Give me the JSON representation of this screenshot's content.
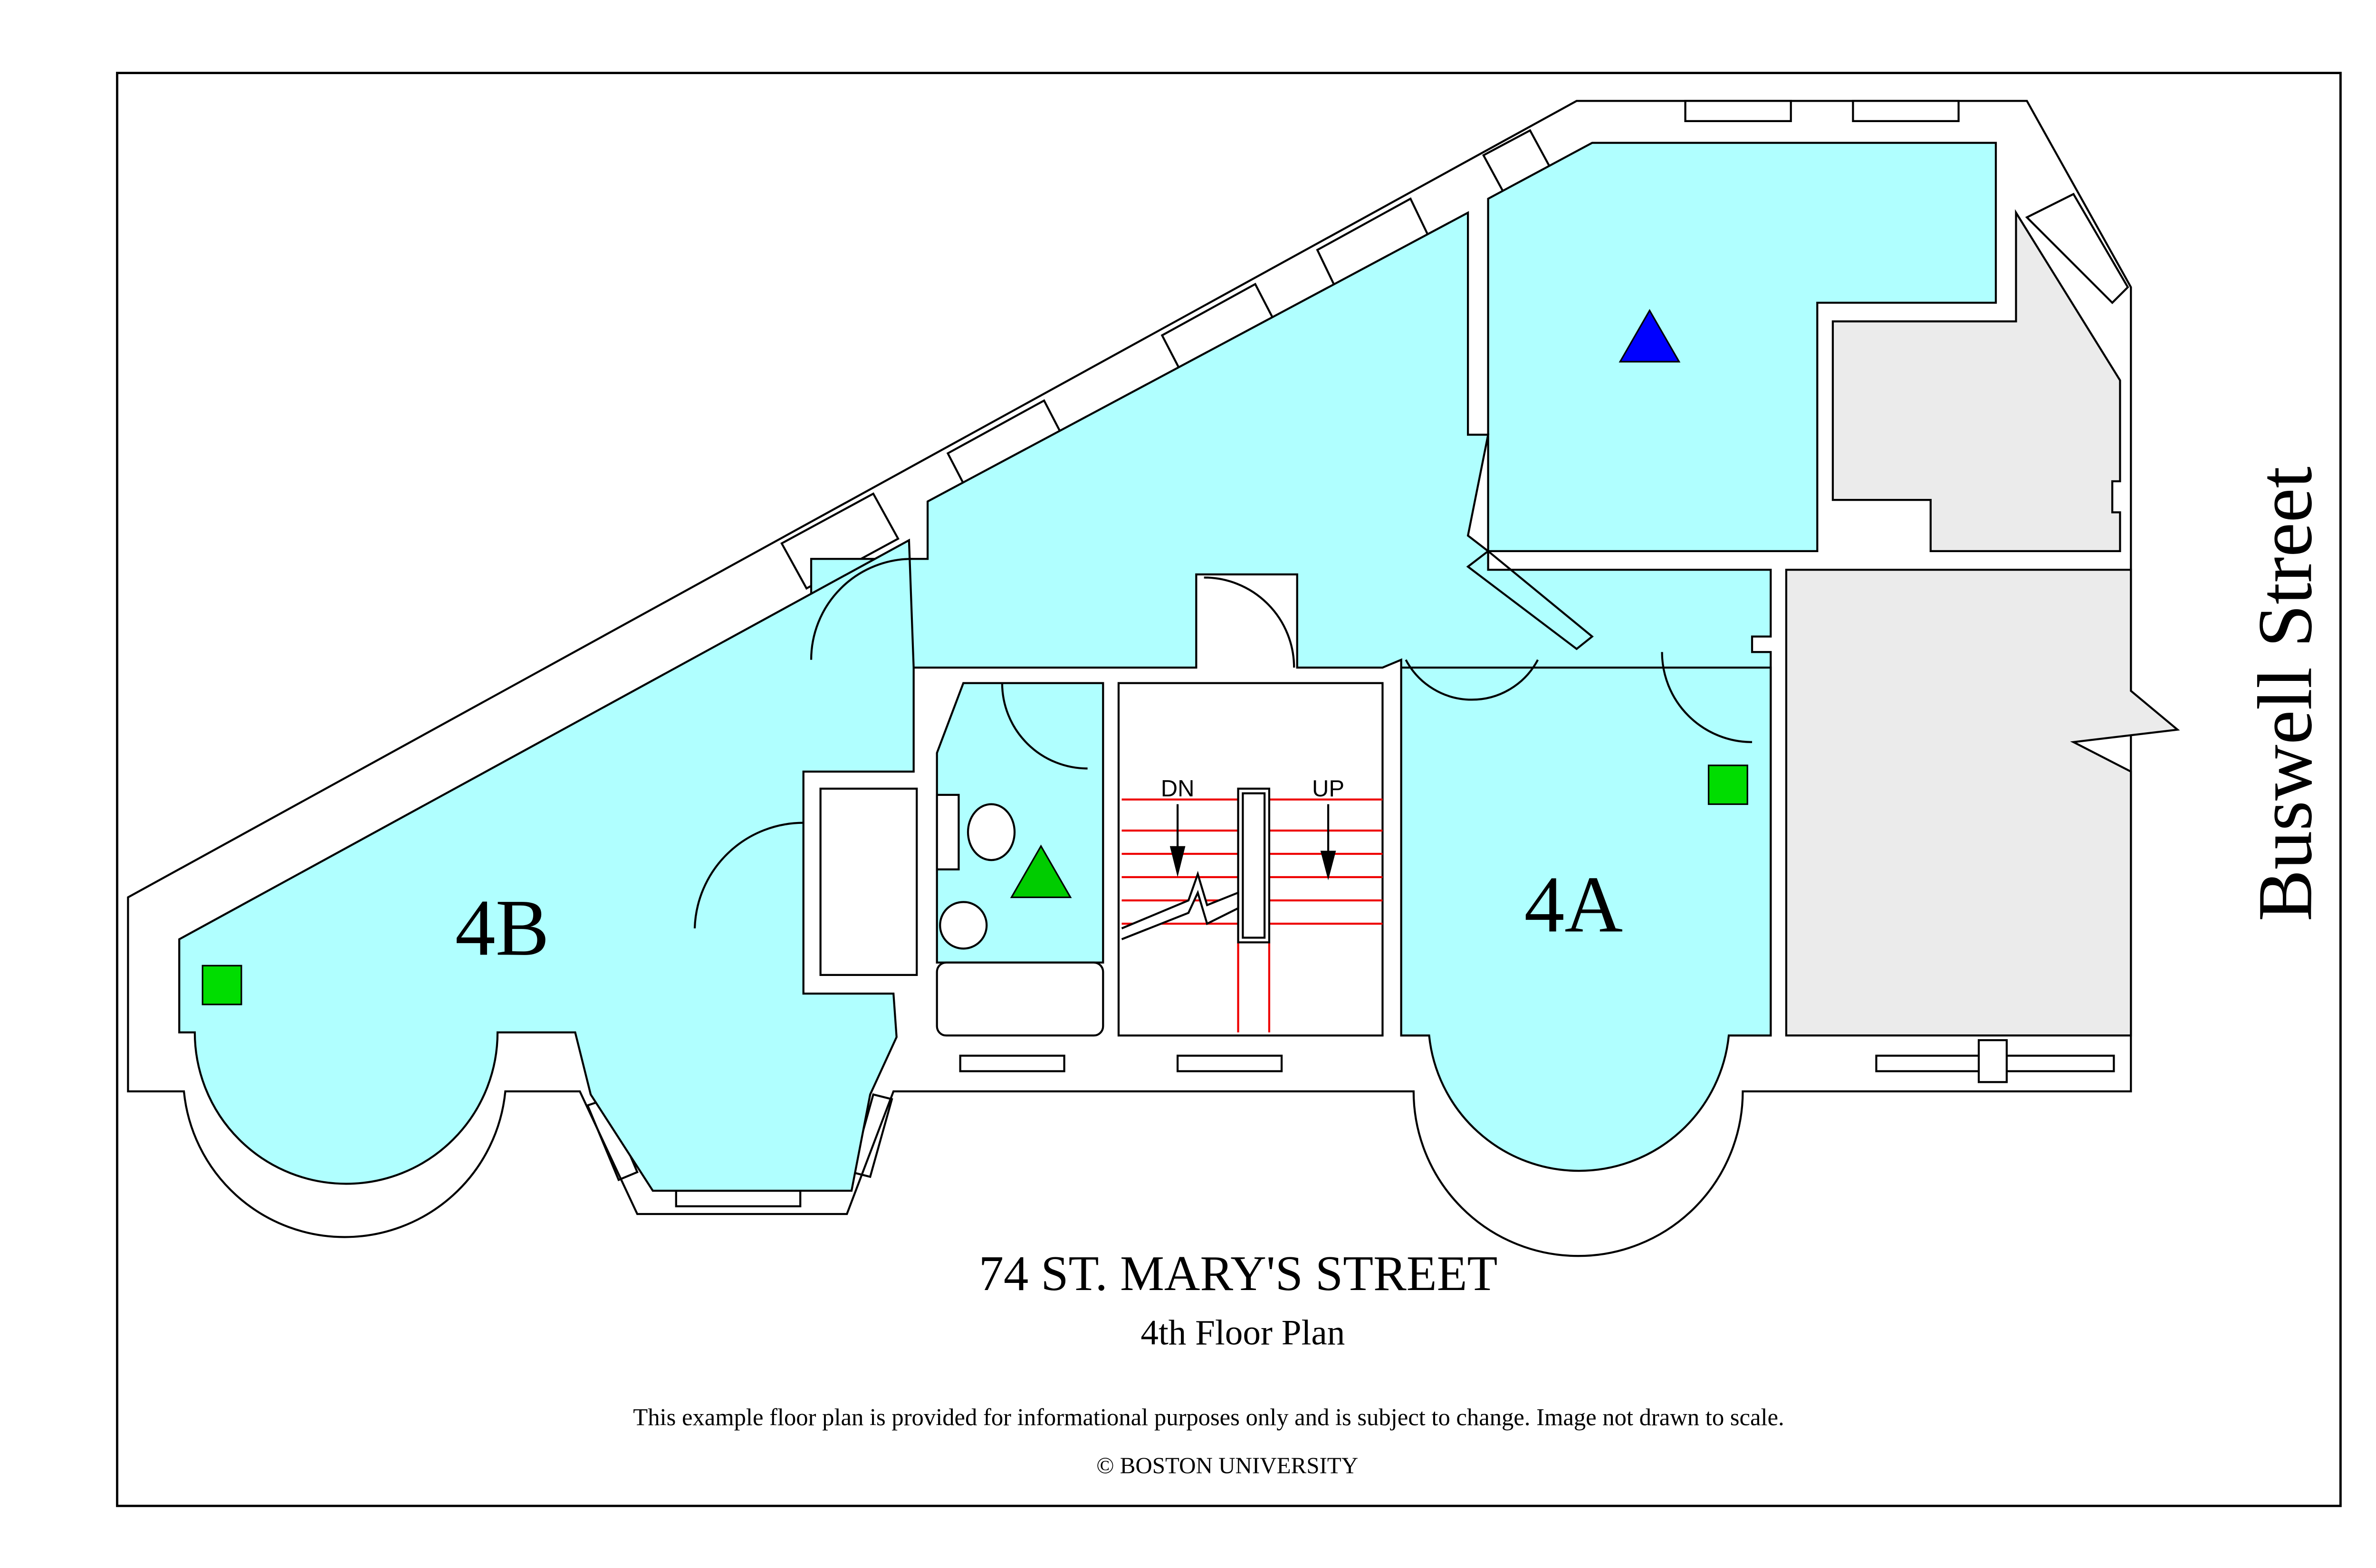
{
  "plan": {
    "street_label": "Buswell Street",
    "units": [
      {
        "label": "4B"
      },
      {
        "label": "4A"
      }
    ],
    "stairs": {
      "down_label": "DN",
      "up_label": "UP"
    },
    "markers": [
      {
        "shape": "triangle",
        "color": "#0000ff"
      },
      {
        "shape": "triangle",
        "color": "#00cc00"
      },
      {
        "shape": "square",
        "color": "#00dd00"
      },
      {
        "shape": "square",
        "color": "#00dd00"
      }
    ],
    "colors": {
      "room": "#b0ffff",
      "common": "#ebebeb",
      "stair_tread": "#ee0000"
    }
  },
  "footer": {
    "title": "74 ST. MARY'S STREET",
    "subtitle": "4th Floor Plan",
    "disclaimer": "This example floor plan is provided for informational purposes only and is subject to change. Image not drawn to scale.",
    "copyright": "© BOSTON UNIVERSITY"
  }
}
